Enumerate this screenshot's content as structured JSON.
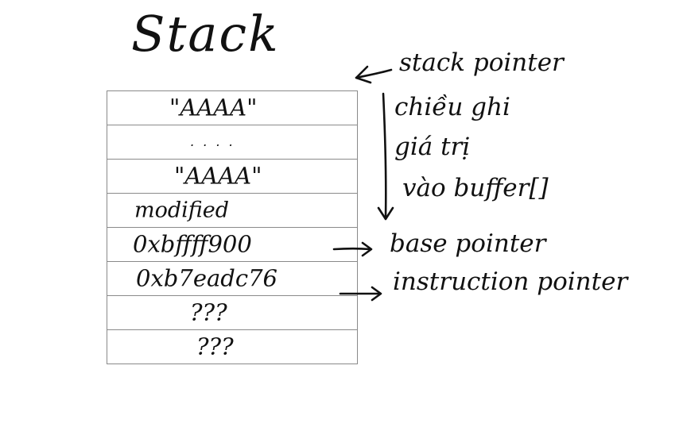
{
  "title": "Stack",
  "stack_rows": [
    "\"AAAA\"",
    ". . . .",
    "\"AAAA\"",
    "modified",
    "0xbffff900",
    "0xb7eadc76",
    "???",
    "???"
  ],
  "annotations": {
    "stack_pointer": "stack pointer",
    "write_direction_line1": "chiều ghi",
    "write_direction_line2": "giá trị",
    "write_direction_line3": "vào buffer[]",
    "base_pointer": "base pointer",
    "instruction_pointer": "instruction pointer"
  }
}
